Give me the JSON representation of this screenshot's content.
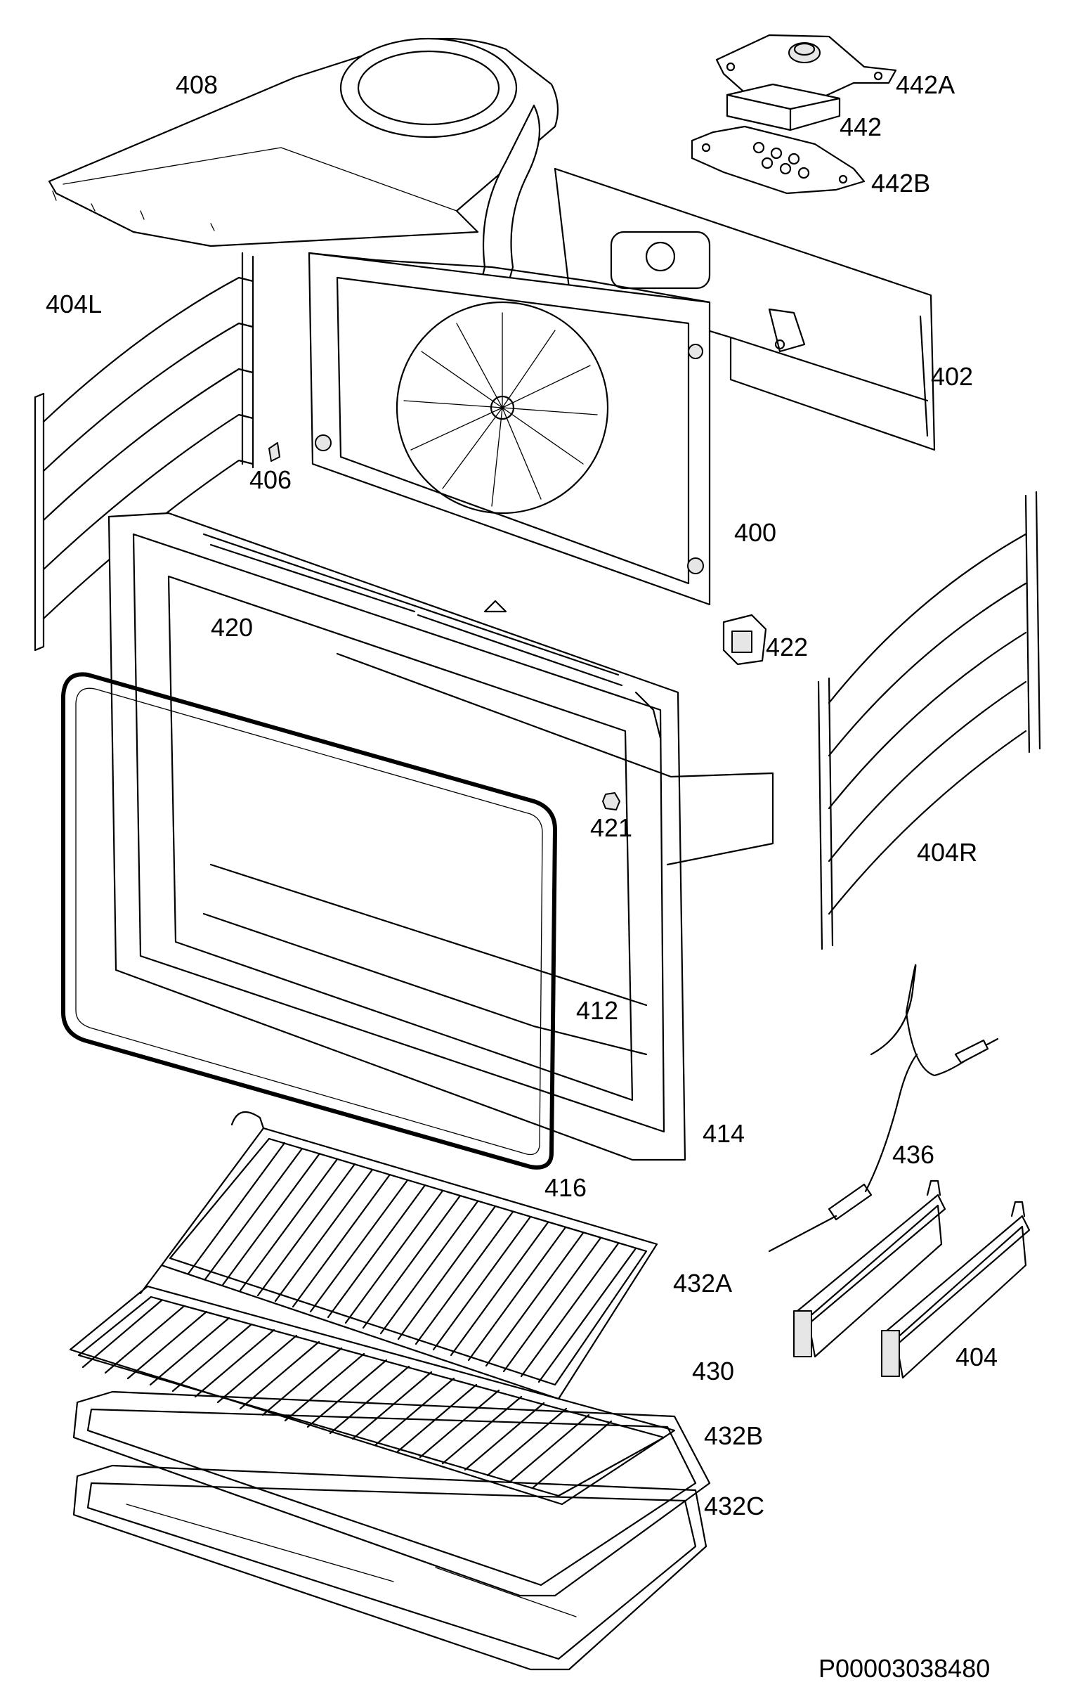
{
  "diagram": {
    "labels": {
      "p408": "408",
      "p442A": "442A",
      "p442": "442",
      "p442B": "442B",
      "p404L": "404L",
      "p402": "402",
      "p406": "406",
      "p400": "400",
      "p420": "420",
      "p422": "422",
      "p421": "421",
      "p404R": "404R",
      "p412": "412",
      "p414": "414",
      "p416": "416",
      "p436": "436",
      "p432A": "432A",
      "p430": "430",
      "p404": "404",
      "p432B": "432B",
      "p432C": "432C"
    },
    "document_code": "P00003038480"
  }
}
